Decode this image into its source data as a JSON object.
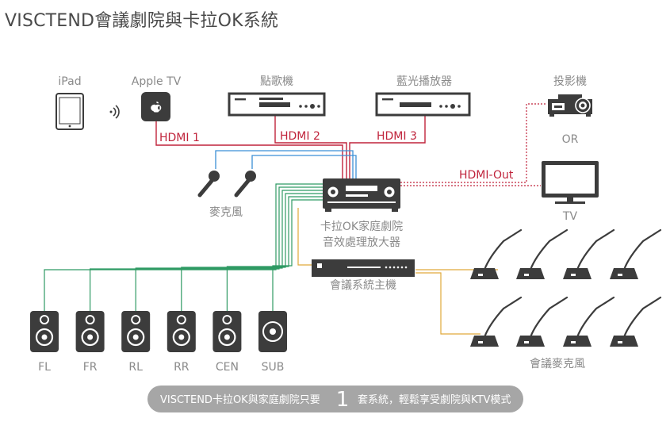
{
  "title": "VISCTEND會議劇院與卡拉OK系統",
  "sources": {
    "ipad": "iPad",
    "apple_tv": "Apple TV",
    "karaoke_player": "點歌機",
    "bluray_player": "藍光播放器",
    "projector": "投影機"
  },
  "connections": {
    "hdmi1": "HDMI 1",
    "hdmi2": "HDMI 2",
    "hdmi3": "HDMI 3",
    "hdmi_out": "HDMI-Out"
  },
  "displays": {
    "or_label": "OR",
    "tv": "TV"
  },
  "microphones": "麥克風",
  "amplifier": {
    "line1": "卡拉OK家庭劇院",
    "line2": "音效處理放大器"
  },
  "conference_host": "會議系統主機",
  "conference_mics": "會議麥克風",
  "speakers": [
    "FL",
    "FR",
    "RL",
    "RR",
    "CEN",
    "SUB"
  ],
  "footer": {
    "before": "VISCTEND卡拉OK與家庭劇院只要",
    "number": "1",
    "after": "套系統，輕鬆享受劇院與KTV模式"
  },
  "colors": {
    "hdmi": "#c0243c",
    "mic_cable": "#3b8fd6",
    "speaker_cable": "#2f9a63",
    "conference_cable": "#e0a93a",
    "device": "#3c3c3c",
    "label": "#8a8a8a",
    "footer_pill": "#a6a6a6"
  }
}
